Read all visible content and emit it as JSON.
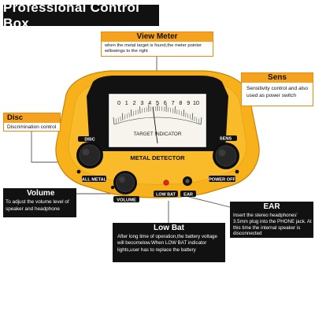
{
  "title": "Professional  Control  Box",
  "callouts": {
    "view_meter": {
      "title": "View Meter",
      "body": "when the metal target is found,the meter pointer willswings to the right"
    },
    "sens": {
      "title": "Sens",
      "body": "Sensitivity control and also used as power switch"
    },
    "disc": {
      "title": "Disc",
      "body": "Discrimination control"
    },
    "volume": {
      "title": "Volume",
      "body": "To adjust the volume level of speaker and headphone"
    },
    "ear": {
      "title": "EAR",
      "body": "Insert the stereo headphones' 3.5mm plug into the PHONE jack. At this time the internal speaker is disconnected"
    },
    "low_bat": {
      "title": "Low Bat",
      "body": "After long time of operation,the battery voltage will becomelow.When LOW BAT indicator lights,user has to replace the battery"
    }
  },
  "meter": {
    "scale": [
      "0",
      "1",
      "2",
      "3",
      "4",
      "5",
      "6",
      "7",
      "8",
      "9",
      "10"
    ],
    "label": "TARGET INDICATOR",
    "pointer_value": 4.4
  },
  "panel": {
    "name": "METAL DETECTOR",
    "disc_label": "DISC",
    "all_metal_label": "ALL METAL",
    "sens_label": "SENS",
    "power_off_label": "POWER OFF",
    "volume_label": "VOLUME",
    "low_bat_label": "LOW BAT",
    "ear_label": "EAR"
  },
  "colors": {
    "device_body": "#f7b21b",
    "device_edge": "#e39a10",
    "callout_header": "#f5a21f",
    "low_bat_led": "#e8251b",
    "title_bg": "#111111"
  }
}
